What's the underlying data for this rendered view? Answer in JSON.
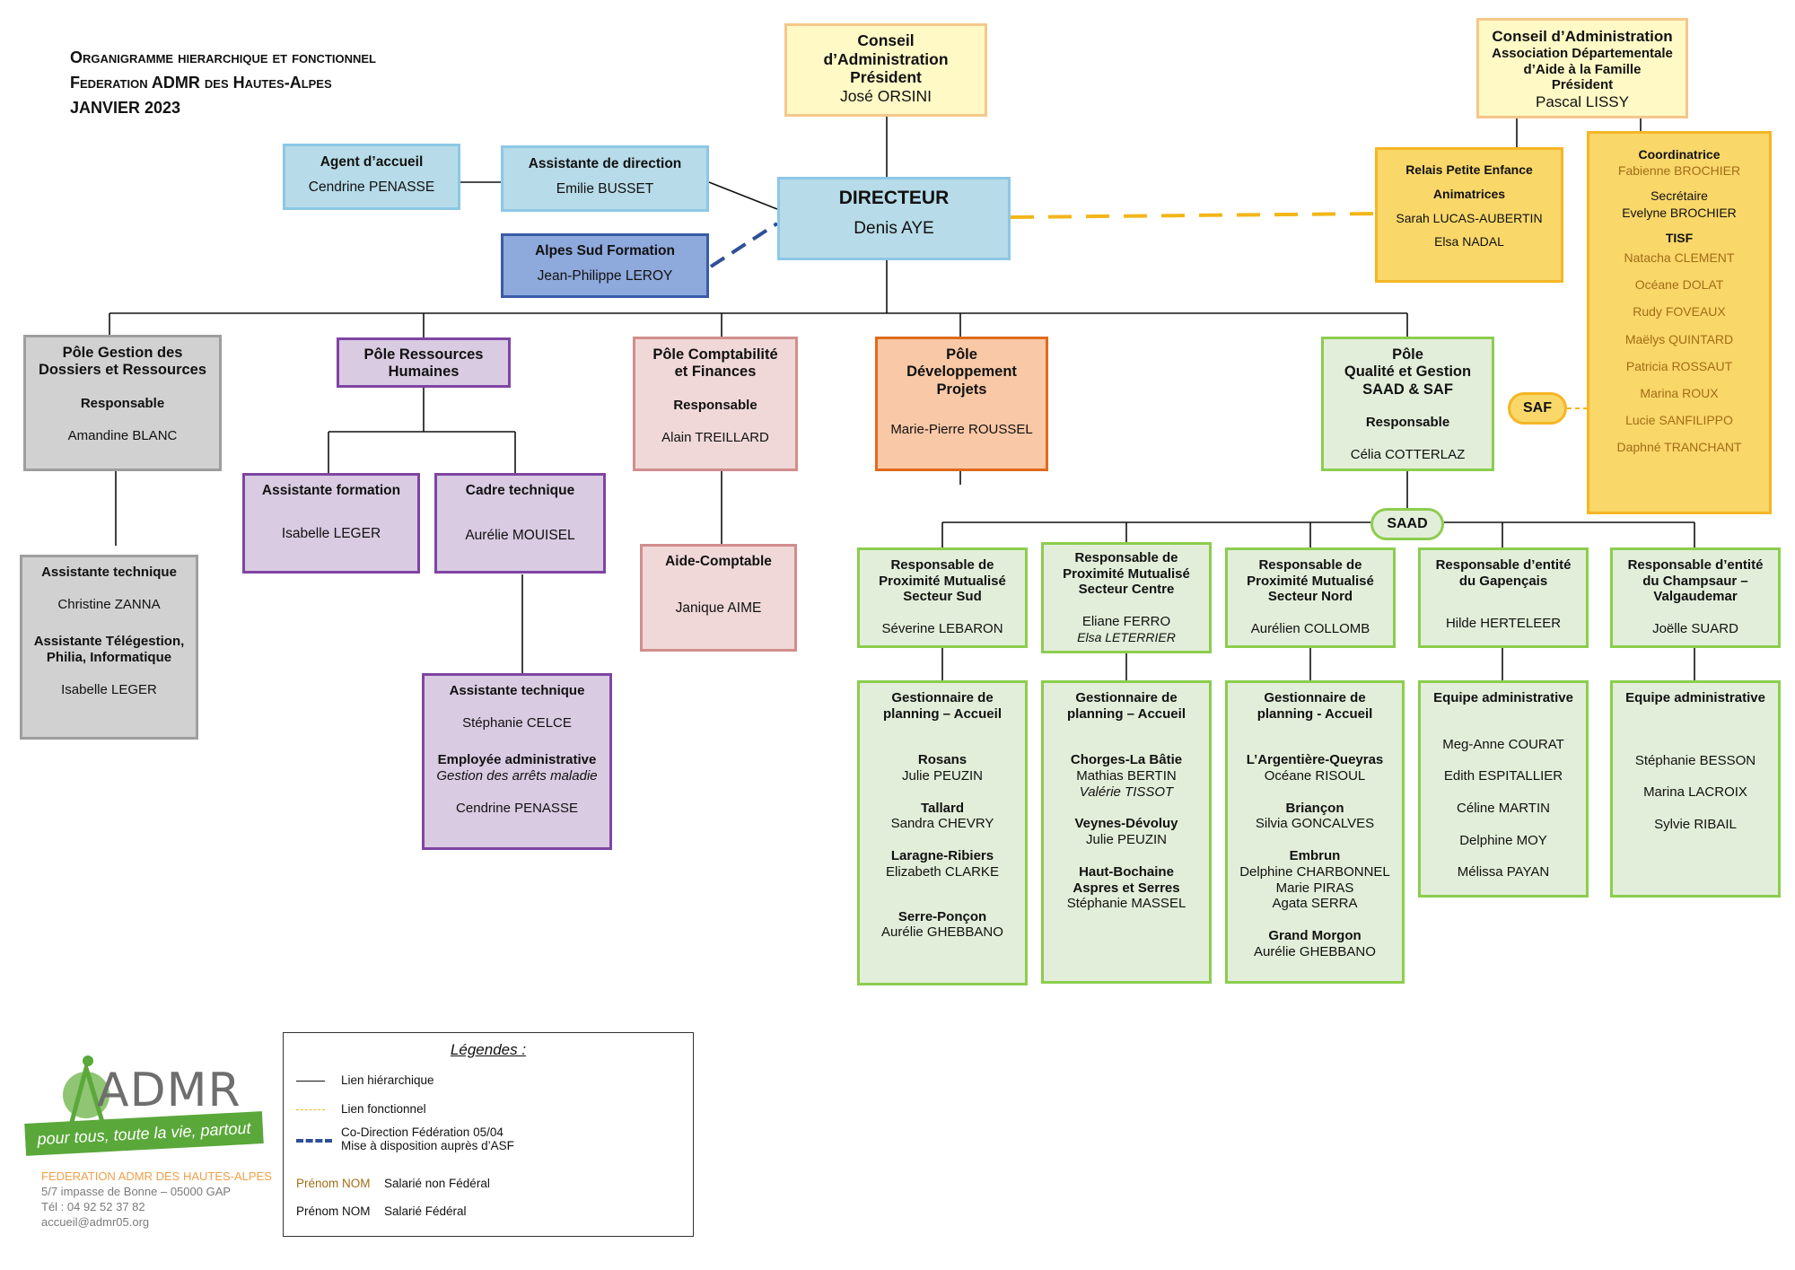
{
  "header": {
    "line1": "Organigramme hierarchique et fonctionnel",
    "line2": "Federation ADMR des Hautes-Alpes",
    "line3": "JANVIER 2023"
  },
  "colors": {
    "hierarchical_line": "#111111",
    "functional_line": "#f2b619",
    "co_direction_line": "#2e4f99"
  },
  "top": {
    "conseil": {
      "l1": "Conseil",
      "l2": "d’Administration",
      "l3": "Président",
      "name": "José ORSINI"
    },
    "conseil_asf": {
      "l1": "Conseil d’Administration",
      "l2": "Association Départementale",
      "l3": "d’Aide à la Famille",
      "l4": "Président",
      "name": "Pascal LISSY"
    },
    "agent_accueil": {
      "title": "Agent d’accueil",
      "name": "Cendrine PENASSE"
    },
    "assistante_direction": {
      "title": "Assistante de direction",
      "name": "Emilie BUSSET"
    },
    "alpes_sud": {
      "title": "Alpes Sud Formation",
      "name": "Jean-Philippe LEROY"
    },
    "directeur": {
      "title": "DIRECTEUR",
      "name": "Denis AYE"
    },
    "relais": {
      "title": "Relais Petite Enfance",
      "role": "Animatrices",
      "names": [
        "Sarah LUCAS-AUBERTIN",
        "Elsa NADAL"
      ]
    },
    "coordinatrice": {
      "title": "Coordinatrice",
      "name": "Fabienne BROCHIER",
      "secretaire_role": "Secrétaire",
      "secretaire_name": "Evelyne BROCHIER",
      "tisf_role": "TISF",
      "tisf_names": [
        "Natacha CLEMENT",
        "Océane DOLAT",
        "Rudy FOVEAUX",
        "Maëlys QUINTARD",
        "Patricia ROSSAUT",
        "Marina ROUX",
        "Lucie SANFILIPPO",
        "Daphné TRANCHANT"
      ]
    }
  },
  "poles": {
    "dossiers": {
      "l1": "Pôle Gestion des",
      "l2": "Dossiers et Ressources",
      "role": "Responsable",
      "name": "Amandine BLANC"
    },
    "rh": {
      "l1": "Pôle Ressources",
      "l2": "Humaines"
    },
    "compta": {
      "l1": "Pôle Comptabilité",
      "l2": "et Finances",
      "role": "Responsable",
      "name": "Alain TREILLARD"
    },
    "dev": {
      "l1": "Pôle",
      "l2": "Développement",
      "l3": "Projets",
      "name": "Marie-Pierre ROUSSEL"
    },
    "qualite": {
      "l1": "Pôle",
      "l2": "Qualité et Gestion",
      "l3": "SAAD & SAF",
      "role": "Responsable",
      "name": "Célia COTTERLAZ"
    }
  },
  "sub": {
    "assist_tech_dossiers": {
      "title": "Assistante technique",
      "name": "Christine ZANNA",
      "title2a": "Assistante Télégestion,",
      "title2b": "Philia, Informatique",
      "name2": "Isabelle LEGER"
    },
    "assist_formation": {
      "title": "Assistante formation",
      "name": "Isabelle LEGER"
    },
    "cadre_tech": {
      "title": "Cadre technique",
      "name": "Aurélie MOUISEL"
    },
    "assist_tech_rh": {
      "title": "Assistante technique",
      "name": "Stéphanie CELCE",
      "title2": "Employée administrative",
      "sub2": "Gestion des arrêts maladie",
      "name2": "Cendrine PENASSE"
    },
    "aide_compta": {
      "title": "Aide-Comptable",
      "name": "Janique AIME"
    }
  },
  "pills": {
    "saf": "SAF",
    "saad": "SAAD"
  },
  "saad": {
    "sud": {
      "l1": "Responsable de",
      "l2": "Proximité Mutualisé",
      "l3": "Secteur Sud",
      "name": "Séverine LEBARON"
    },
    "centre": {
      "l1": "Responsable de",
      "l2": "Proximité Mutualisé",
      "l3": "Secteur Centre",
      "name": "Eliane FERRO",
      "name_i": "Elsa LETERRIER"
    },
    "nord": {
      "l1": "Responsable de",
      "l2": "Proximité Mutualisé",
      "l3": "Secteur Nord",
      "name": "Aurélien COLLOMB"
    },
    "gapencais": {
      "l1": "Responsable d’entité",
      "l2": "du Gapençais",
      "name": "Hilde HERTELEER"
    },
    "champsaur": {
      "l1": "Responsable d’entité",
      "l2": "du Champsaur –",
      "l3": "Valgaudemar",
      "name": "Joëlle SUARD"
    }
  },
  "planning": {
    "sud": {
      "l1": "Gestionnaire de",
      "l2": "planning – Accueil",
      "p1": "Rosans",
      "n1": "Julie PEUZIN",
      "p2": "Tallard",
      "n2": "Sandra CHEVRY",
      "p3": "Laragne-Ribiers",
      "n3": "Elizabeth CLARKE",
      "p4": "Serre-Ponçon",
      "n4": "Aurélie GHEBBANO"
    },
    "centre": {
      "l1": "Gestionnaire de",
      "l2": "planning – Accueil",
      "p1": "Chorges-La Bâtie",
      "n1": "Mathias BERTIN",
      "n1i": "Valérie TISSOT",
      "p2": "Veynes-Dévoluy",
      "n2": "Julie PEUZIN",
      "p3a": "Haut-Bochaine",
      "p3b": "Aspres et Serres",
      "n3": "Stéphanie MASSEL"
    },
    "nord": {
      "l1": "Gestionnaire de",
      "l2": "planning - Accueil",
      "p1": "L’Argentière-Queyras",
      "n1": "Océane RISOUL",
      "p2": "Briançon",
      "n2": "Silvia GONCALVES",
      "p3": "Embrun",
      "n3a": "Delphine CHARBONNEL",
      "n3b": "Marie PIRAS",
      "n3c": "Agata SERRA",
      "p4": "Grand Morgon",
      "n4": "Aurélie GHEBBANO"
    },
    "gapencais": {
      "title": "Equipe administrative",
      "names": [
        "Meg-Anne COURAT",
        "Edith ESPITALLIER",
        "Céline MARTIN",
        "Delphine MOY",
        "Mélissa PAYAN"
      ]
    },
    "champsaur": {
      "title": "Equipe administrative",
      "names": [
        "Stéphanie BESSON",
        "Marina LACROIX",
        "Sylvie RIBAIL"
      ]
    }
  },
  "legend": {
    "title": "Légendes :",
    "hier": "Lien hiérarchique",
    "fonc": "Lien fonctionnel",
    "codir1": "Co-Direction Fédération 05/04",
    "codir2": "Mise à disposition auprès d’ASF",
    "sample1": "Prénom NOM",
    "sample1_label": "Salarié non Fédéral",
    "sample2": "Prénom NOM",
    "sample2_label": "Salarié Fédéral"
  },
  "footer": {
    "logo": "ADMR",
    "slogan": "pour tous, toute la vie, partout",
    "org_name": "FEDERATION ADMR DES HAUTES-ALPES",
    "address": "5/7 impasse de Bonne – 05000 GAP",
    "tel": "Tél : 04 92 52 37 82",
    "email": "accueil@admr05.org"
  }
}
